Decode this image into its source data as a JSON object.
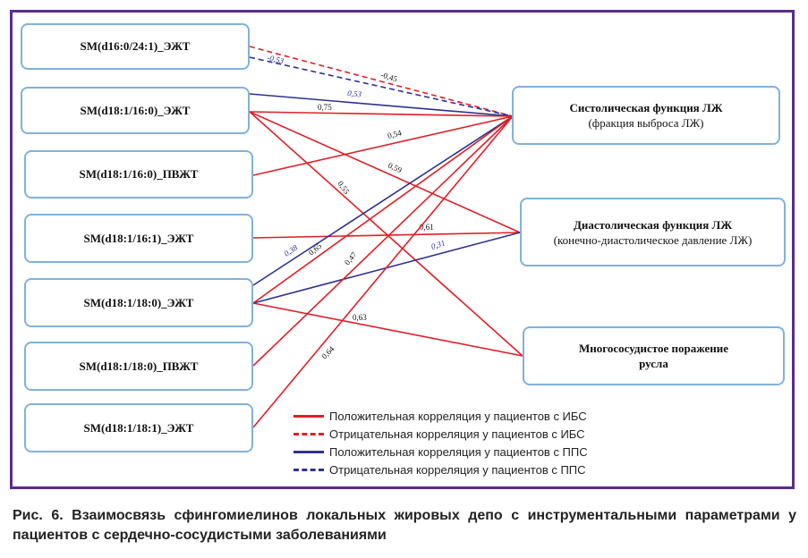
{
  "left_nodes": [
    {
      "id": "L1",
      "label": "SM(d16:0/24:1)_ЭЖТ"
    },
    {
      "id": "L2",
      "label": "SM(d18:1/16:0)_ЭЖТ"
    },
    {
      "id": "L3",
      "label": "SM(d18:1/16:0)_ПВЖТ"
    },
    {
      "id": "L4",
      "label": "SM(d18:1/16:1)_ЭЖТ"
    },
    {
      "id": "L5",
      "label": "SM(d18:1/18:0)_ЭЖТ"
    },
    {
      "id": "L6",
      "label": "SM(d18:1/18:0)_ПВЖТ"
    },
    {
      "id": "L7",
      "label": "SM(d18:1/18:1)_ЭЖТ"
    }
  ],
  "right_nodes": [
    {
      "id": "R1",
      "title": "Систолическая функция ЛЖ",
      "subtitle": "(фракция выброса ЛЖ)"
    },
    {
      "id": "R2",
      "title": "Диастолическая функция ЛЖ",
      "subtitle": "(конечно-диастолическое давление ЛЖ)"
    },
    {
      "id": "R3",
      "title": "Многососудистое поражение",
      "subtitle": "русла"
    }
  ],
  "edges": [
    {
      "from": "L1",
      "to": "R1",
      "type": "neg_ibs",
      "value": "-0,45"
    },
    {
      "from": "L1",
      "to": "R1",
      "type": "neg_pps",
      "value": "-0,53"
    },
    {
      "from": "L2",
      "to": "R1",
      "type": "pos_pps",
      "value": "0,53"
    },
    {
      "from": "L2",
      "to": "R1",
      "type": "pos_ibs",
      "value": "0,75"
    },
    {
      "from": "L2",
      "to": "R2",
      "type": "pos_ibs",
      "value": "0,59"
    },
    {
      "from": "L2",
      "to": "R3",
      "type": "pos_ibs",
      "value": "0,55"
    },
    {
      "from": "L3",
      "to": "R1",
      "type": "pos_ibs",
      "value": "0,54"
    },
    {
      "from": "L4",
      "to": "R2",
      "type": "pos_ibs",
      "value": "0,61"
    },
    {
      "from": "L5",
      "to": "R1",
      "type": "pos_pps",
      "value": "0,38"
    },
    {
      "from": "L5",
      "to": "R1",
      "type": "pos_ibs",
      "value": "0,65"
    },
    {
      "from": "L5",
      "to": "R2",
      "type": "pos_pps",
      "value": "0,31"
    },
    {
      "from": "L5",
      "to": "R3",
      "type": "pos_ibs",
      "value": "0,63"
    },
    {
      "from": "L6",
      "to": "R1",
      "type": "pos_ibs",
      "value": "0,47"
    },
    {
      "from": "L7",
      "to": "R1",
      "type": "pos_ibs",
      "value": "0,64"
    }
  ],
  "colors": {
    "red": "#e01f26",
    "blue": "#2e3192",
    "border": "#7fb2dc",
    "frame": "#5b2b8e"
  },
  "legend": [
    {
      "type": "pos_ibs",
      "label": "Положительная корреляция у пациентов с ИБС"
    },
    {
      "type": "neg_ibs",
      "label": "Отрицательная корреляция у пациентов с ИБС"
    },
    {
      "type": "pos_pps",
      "label": "Положительная корреляция у пациентов с ППС"
    },
    {
      "type": "neg_pps",
      "label": "Отрицательная корреляция у пациентов с ППС"
    }
  ],
  "caption": "Рис. 6. Взаимосвязь сфингомиелинов локальных жировых депо с инструментальными параметрами у пациентов с сердечно-сосудистыми заболеваниями"
}
